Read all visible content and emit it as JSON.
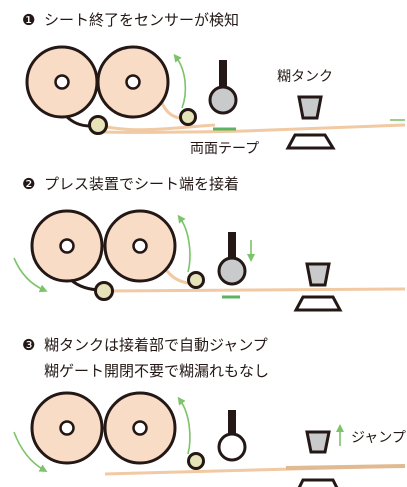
{
  "steps": [
    {
      "number": "❶",
      "lines": [
        "シート終了をセンサーが検知"
      ]
    },
    {
      "number": "❷",
      "lines": [
        "プレス装置でシート端を接着"
      ]
    },
    {
      "number": "❸",
      "lines": [
        "糊タンクは接着部で自動ジャンプ",
        "糊ゲート開閉不要で糊漏れもなし"
      ]
    }
  ],
  "labels": {
    "glue_tank": "糊タンク",
    "double_sided_tape": "両面テープ",
    "jump": "ジャンプ"
  },
  "colors": {
    "roll_fill": "#f9dcc6",
    "roll_outline": "#231815",
    "sheet": "#f1c9a3",
    "arrow_green": "#7cc36a",
    "tape_green": "#5db35f",
    "small_roller": "#e7e3b8",
    "press_roller": "#c9cacb"
  }
}
